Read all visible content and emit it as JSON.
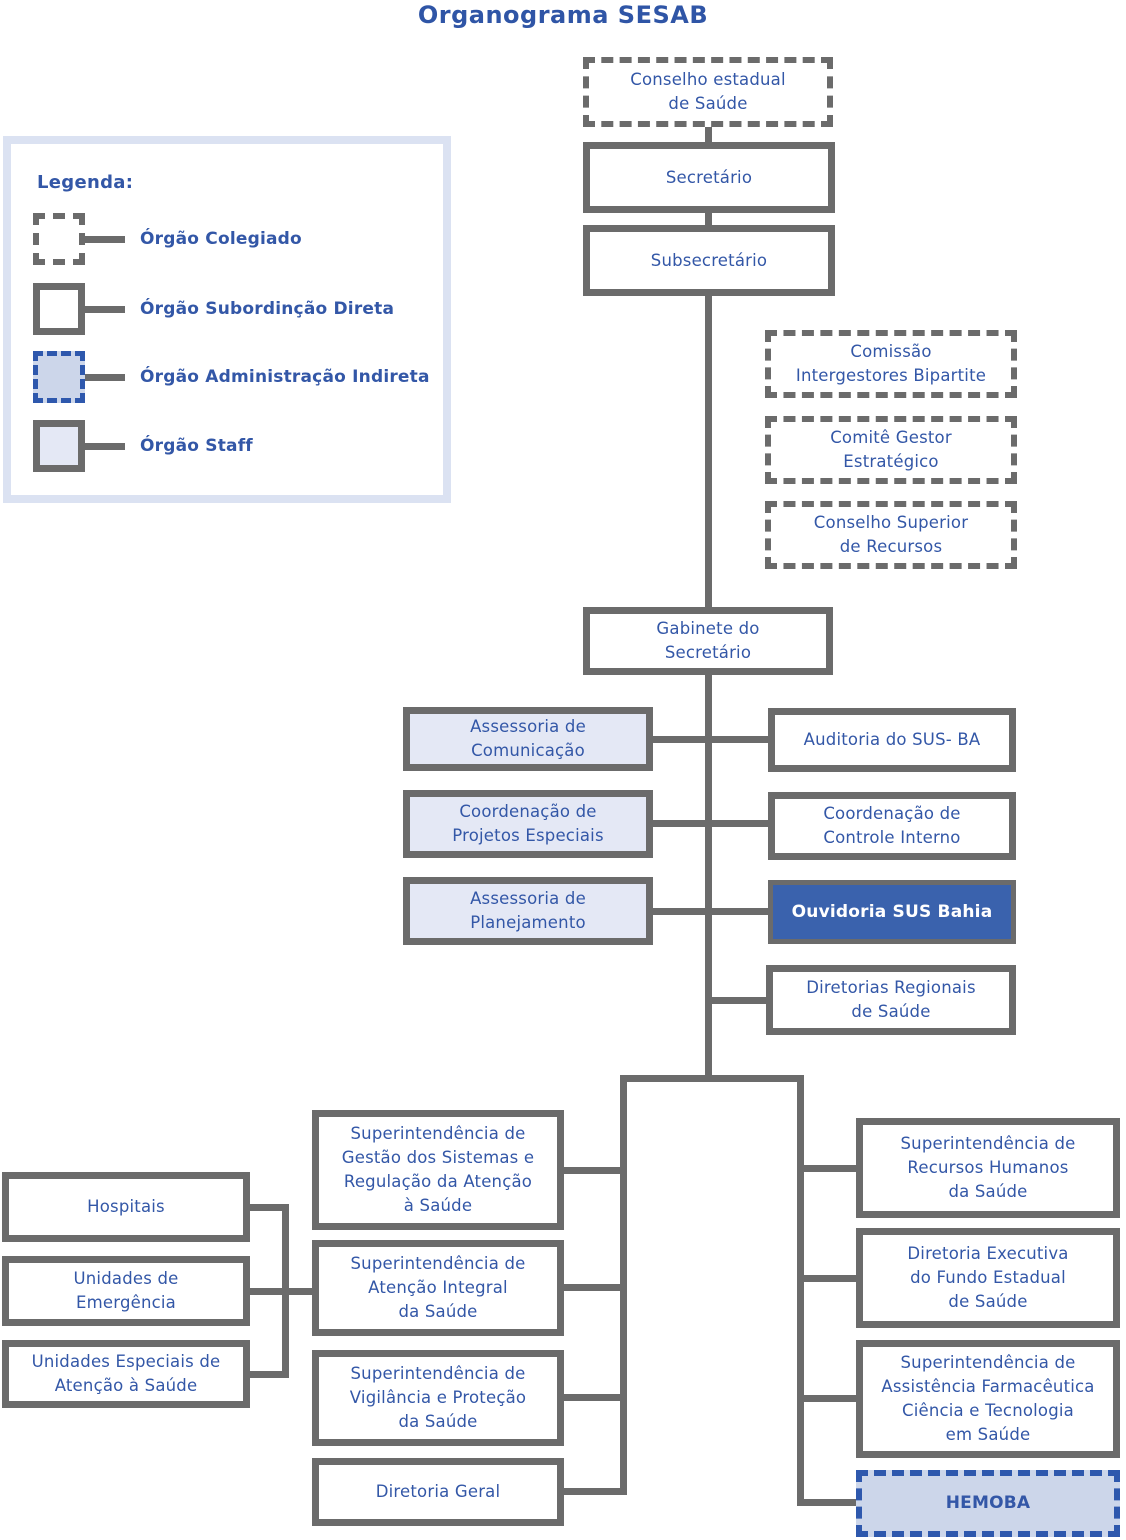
{
  "title": "Organograma SESAB",
  "legend": {
    "heading": "Legenda:",
    "items": [
      {
        "label": "Órgão Colegiado",
        "style": "dashed-gray-box"
      },
      {
        "label": "Órgão Subordinção Direta",
        "style": "solid-gray-box"
      },
      {
        "label": "Órgão Administração Indireta",
        "style": "blue-dashed-filled-box"
      },
      {
        "label": "Órgão Staff",
        "style": "gray-light-filled-box"
      }
    ]
  },
  "colors": {
    "text_blue": "#3357a7",
    "line_gray": "#6b6b6b",
    "staff_fill": "#e4e8f5",
    "indirect_fill": "#ccd6ea",
    "indirect_border": "#2e58ad",
    "ouvidoria_fill": "#3a62ad",
    "legend_border": "#dbe2f2"
  },
  "nodes": {
    "conselho_estadual": "Conselho estadual\nde Saúde",
    "secretario": "Secretário",
    "subsecretario": "Subsecretário",
    "comissao_bipartite": "Comissão\nIntergestores Bipartite",
    "comite_gestor": "Comitê Gestor\nEstratégico",
    "conselho_superior": "Conselho Superior\nde Recursos",
    "gabinete": "Gabinete do\nSecretário",
    "assessoria_comunicacao": "Assessoria de\nComunicação",
    "coordenacao_projetos": "Coordenação de\nProjetos Especiais",
    "assessoria_planejamento": "Assessoria de\nPlanejamento",
    "auditoria": "Auditoria do SUS- BA",
    "controle_interno": "Coordenação de\nControle Interno",
    "ouvidoria": "Ouvidoria SUS Bahia",
    "diretorias_regionais": "Diretorias Regionais\nde Saúde",
    "hospitais": "Hospitais",
    "unidades_emergencia": "Unidades de\nEmergência",
    "unidades_especiais": "Unidades Especiais de\nAtenção à Saúde",
    "sup_gestao": "Superintendência de\nGestão dos Sistemas e\nRegulação da Atenção\nà Saúde",
    "sup_atencao": "Superintendência de\nAtenção Integral\nda Saúde",
    "sup_vigilancia": "Superintendência de\nVigilância e Proteção\nda Saúde",
    "diretoria_geral": "Diretoria Geral",
    "sup_rh": "Superintendência de\nRecursos Humanos\nda Saúde",
    "dir_executiva": "Diretoria Executiva\ndo Fundo Estadual\nde Saúde",
    "sup_farmaceutica": "Superintendência de\nAssistência Farmacêutica\nCiência e Tecnologia\nem Saúde",
    "hemoba": "HEMOBA"
  }
}
